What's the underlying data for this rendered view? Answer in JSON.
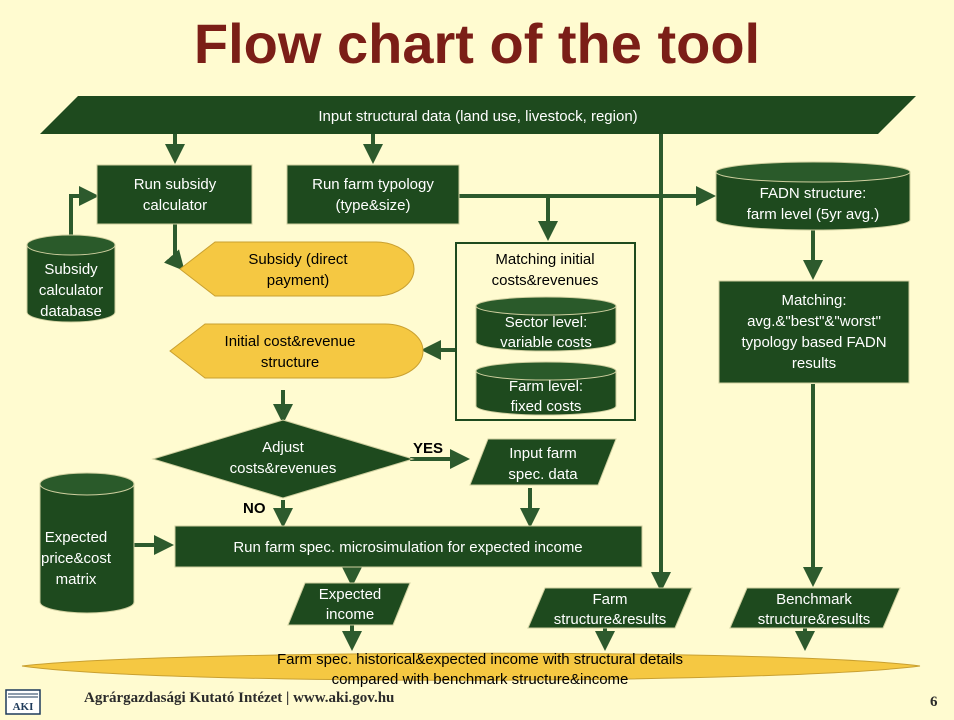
{
  "title": "Flow chart of the tool",
  "nodes": {
    "input": "Input structural data (land use, livestock, region)",
    "run_subsidy": [
      "Run subsidy",
      "calculator"
    ],
    "run_typology": [
      "Run farm typology",
      "(type&size)"
    ],
    "fadn_structure": [
      "FADN structure:",
      "farm level (5yr avg.)"
    ],
    "subsidy_db": [
      "Subsidy",
      "calculator",
      "database"
    ],
    "subsidy_output": [
      "Subsidy (direct",
      "payment)"
    ],
    "matching_title": [
      "Matching initial",
      "costs&revenues"
    ],
    "sector_level": [
      "Sector level:",
      "variable costs"
    ],
    "farm_level": [
      "Farm level:",
      "fixed costs"
    ],
    "initial_structure": [
      "Initial cost&revenue",
      "structure"
    ],
    "matching_fadn": [
      "Matching:",
      "avg.&\"best\"&\"worst\"",
      "typology based FADN",
      "results"
    ],
    "adjust": [
      "Adjust",
      "costs&revenues"
    ],
    "yes": "YES",
    "no": "NO",
    "input_farm": [
      "Input farm",
      "spec. data"
    ],
    "expected_matrix": [
      "Expected",
      "price&cost",
      "matrix"
    ],
    "microsim": "Run farm spec. microsimulation for expected income",
    "expected_income": [
      "Expected",
      "income"
    ],
    "farm_results": [
      "Farm",
      "structure&results"
    ],
    "benchmark_results": [
      "Benchmark",
      "structure&results"
    ],
    "final_output": [
      "Farm spec. historical&expected income with structural details",
      "compared with benchmark structure&income"
    ]
  },
  "footer": {
    "logo_text": "AKI",
    "institute": "Agrárgazdasági Kutató Intézet | www.aki.gov.hu",
    "page_number": "6"
  },
  "colors": {
    "background": "#fffbd0",
    "box": "#1e4a1e",
    "arrow": "#2d5a2d",
    "highlight": "#f5c842",
    "title": "#7b1e17"
  }
}
